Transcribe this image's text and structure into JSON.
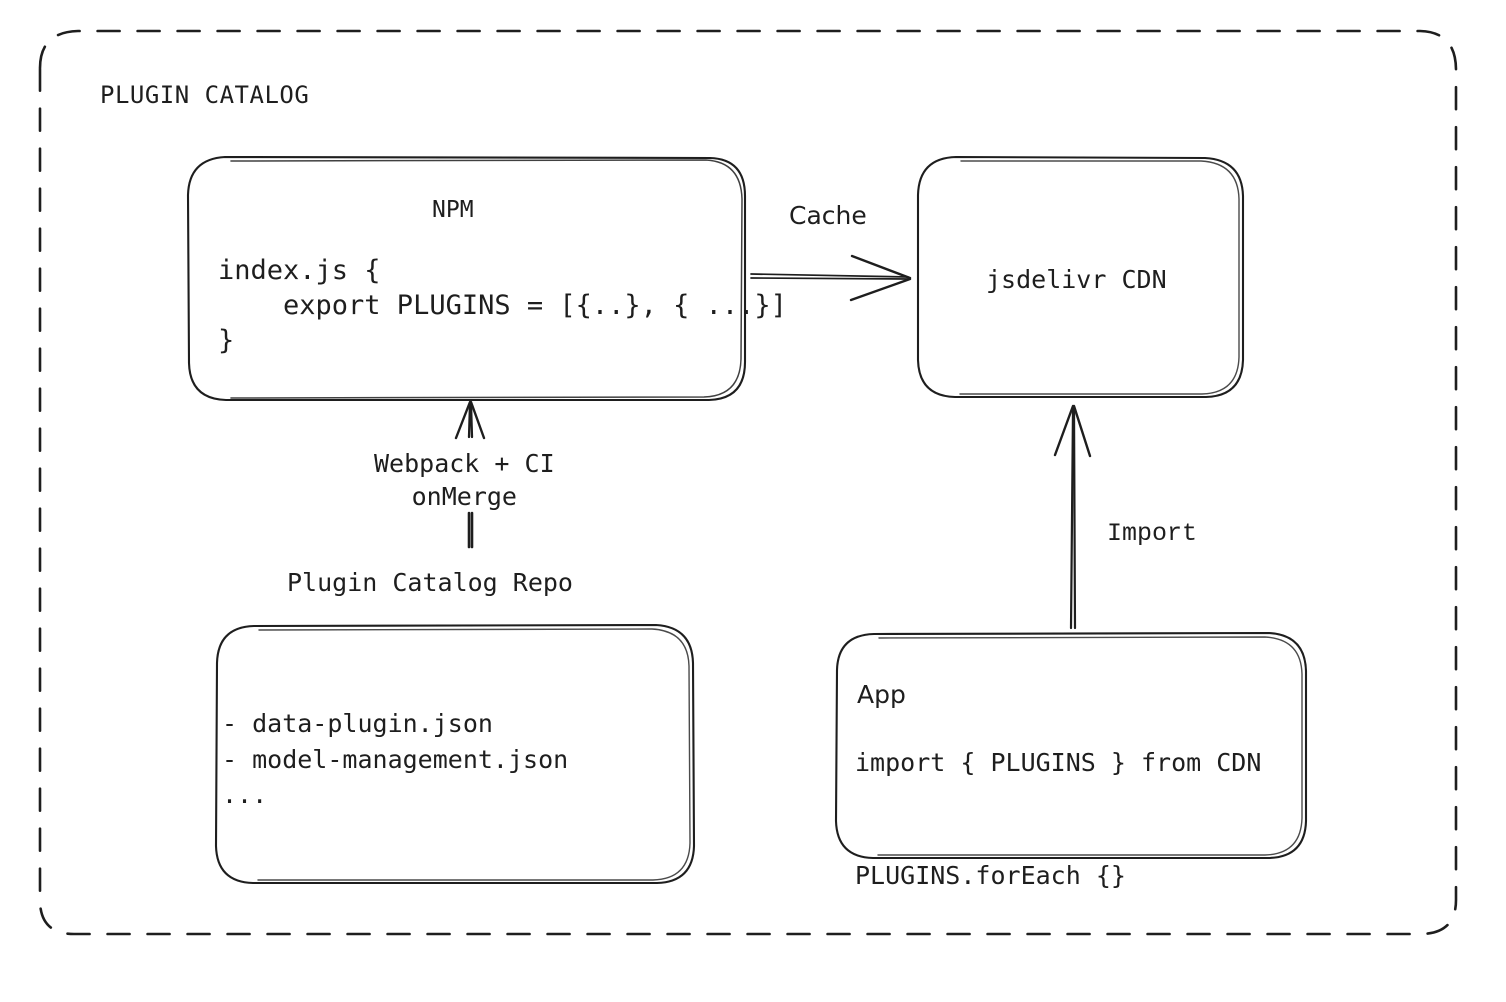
{
  "diagram": {
    "group": {
      "title": "PLUGIN CATALOG",
      "border_style": "dashed",
      "border_color": "#1e1e1e"
    },
    "nodes": {
      "npm": {
        "title": "NPM",
        "code": "index.js {\n    export PLUGINS = [{..}, { ...}]\n}"
      },
      "cdn": {
        "title": "jsdelivr CDN"
      },
      "repo": {
        "label": "Plugin Catalog Repo",
        "items": "- data-plugin.json\n- model-management.json\n..."
      },
      "app": {
        "title": "App",
        "code": "import { PLUGINS } from CDN\n\nPLUGINS.forEach {}"
      }
    },
    "edges": {
      "cache": {
        "label": "Cache",
        "from": "npm",
        "to": "cdn",
        "direction": "right"
      },
      "build": {
        "label": "Webpack + CI\nonMerge",
        "from": "repo",
        "to": "npm",
        "direction": "up"
      },
      "import": {
        "label": "Import",
        "from": "app",
        "to": "cdn",
        "direction": "up"
      }
    },
    "colors": {
      "stroke": "#1e1e1e",
      "background": "#ffffff"
    }
  }
}
